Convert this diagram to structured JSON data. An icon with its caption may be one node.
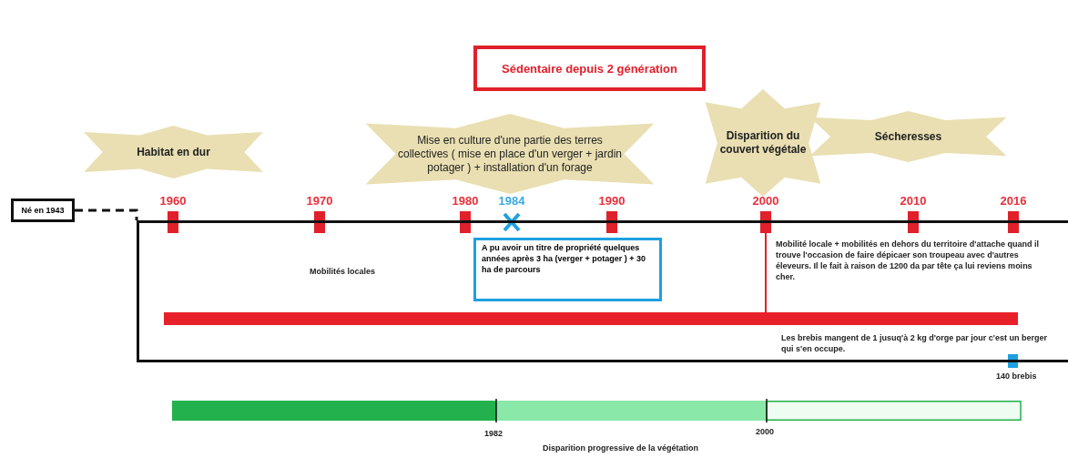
{
  "diagram": {
    "nodes": [
      {
        "text": [
          "Sédentaire depuis 2 génération"
        ]
      },
      {
        "text": [
          "Habitat en dur"
        ]
      },
      {
        "text": [
          "Mise en culture d'une partie des terres collectives ( mise en place d'un verger + jardin potager ) + installation d'un forage"
        ]
      },
      {
        "text": [
          "Disparition du couvert végétale"
        ]
      },
      {
        "text": [
          "Sécheresses"
        ]
      },
      {
        "text": [
          "Né en 1943"
        ]
      },
      {
        "text": [],
        "shape": "box"
      },
      {
        "text": [
          "A pu avoir un titre de propriété quelques années après 3 ha (verger + potager ) + 30 ha de parcours"
        ],
        "in": 6
      },
      {
        "text": [],
        "shape": "bar",
        "in": 6
      },
      {
        "text": [],
        "shape": "bar"
      }
    ],
    "edges": [
      {
        "from": 5,
        "to": 6,
        "arrow": "none",
        "style": "dashed"
      }
    ],
    "labels": [
      "1960",
      "1970",
      "1980",
      "1984",
      "1990",
      "2000",
      "2010",
      "2016",
      "Mobilités locales",
      "Mobilité locale + mobilités en dehors du territoire d'attache quand il trouve l'occasion de faire dépicaer son troupeau avec d'autres éleveurs. Il le fait à raison de 1200 da par tête ça lui reviens moins cher.",
      "Les brebis mangent de 1 jusuq'à 2 kg d'orge par jour c'est un berger qui s'en occupe.",
      "140 brebis",
      "1982",
      "2000",
      "Disparition progressive de la végétation"
    ]
  }
}
